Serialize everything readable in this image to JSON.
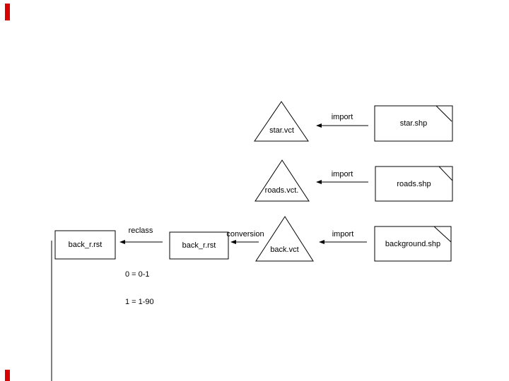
{
  "colors": {
    "background": "#ffffff",
    "stroke": "#000000",
    "text": "#000000",
    "edge_marker": "#d90000"
  },
  "nodes": {
    "star_vct": {
      "label": "star.vct",
      "shape": "triangle"
    },
    "star_shp": {
      "label": "star.shp",
      "shape": "rectangle-corner-fold"
    },
    "roads_vct": {
      "label": "roads.vct.",
      "shape": "triangle"
    },
    "roads_shp": {
      "label": "roads.shp",
      "shape": "rectangle-corner-fold"
    },
    "back_r_rst_result": {
      "label": "back_r.rst",
      "shape": "rectangle"
    },
    "back_r_rst": {
      "label": "back_r.rst",
      "shape": "rectangle"
    },
    "back_vct": {
      "label": "back.vct",
      "shape": "triangle"
    },
    "background_shp": {
      "label": "background.shp",
      "shape": "rectangle-corner-fold"
    }
  },
  "edges": {
    "import_star": {
      "label": "import",
      "from": "star.shp",
      "to": "star.vct"
    },
    "import_roads": {
      "label": "import",
      "from": "roads.shp",
      "to": "roads.vct."
    },
    "import_background": {
      "label": "import",
      "from": "background.shp",
      "to": "back.vct"
    },
    "conversion": {
      "label": "conversion",
      "from": "back.vct",
      "to": "back_r.rst"
    },
    "reclass": {
      "label": "reclass",
      "from": "back_r.rst",
      "to": "back_r.rst",
      "note_line1": "0 = 0-1",
      "note_line2": "1 = 1-90"
    }
  }
}
